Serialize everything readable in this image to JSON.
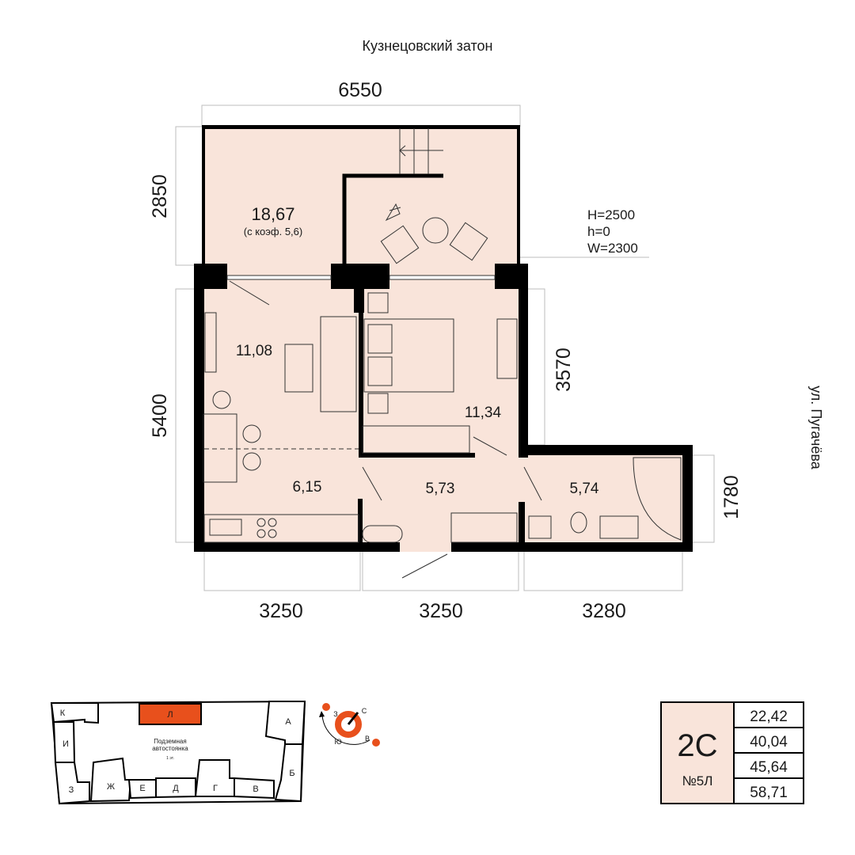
{
  "header": {
    "street_top": "Кузнецовский затон",
    "street_right": "ул. Пугачёва"
  },
  "dimensions": {
    "top": "6550",
    "balcony_height": "2850",
    "left": "5400",
    "right_bedroom": "3570",
    "right_bath": "1780",
    "bottom": [
      "3250",
      "3250",
      "3280"
    ]
  },
  "window_spec": {
    "H": "H=2500",
    "h": "h=0",
    "W": "W=2300"
  },
  "rooms": {
    "terrace": {
      "area": "18,67",
      "note": "(с коэф. 5,6)"
    },
    "living": "11,08",
    "bedroom": "11,34",
    "kitchen": "6,15",
    "hall": "5,73",
    "bath": "5,74"
  },
  "colors": {
    "floor": "#f9e4da",
    "accent": "#e8501c",
    "wall": "#000000"
  },
  "site_plan": {
    "sections": [
      "К",
      "Л",
      "А",
      "И",
      "З",
      "Ж",
      "Е",
      "Д",
      "Г",
      "В",
      "Б"
    ],
    "parking": [
      "Подземная",
      "автостоянка"
    ],
    "parking_note": "1 эт.",
    "highlighted": "Л"
  },
  "compass": {
    "west": "З",
    "north": "С",
    "east": "В",
    "south": "Ю"
  },
  "info": {
    "type": "2С",
    "number": "№5Л",
    "areas": [
      "22,42",
      "40,04",
      "45,64",
      "58,71"
    ]
  }
}
